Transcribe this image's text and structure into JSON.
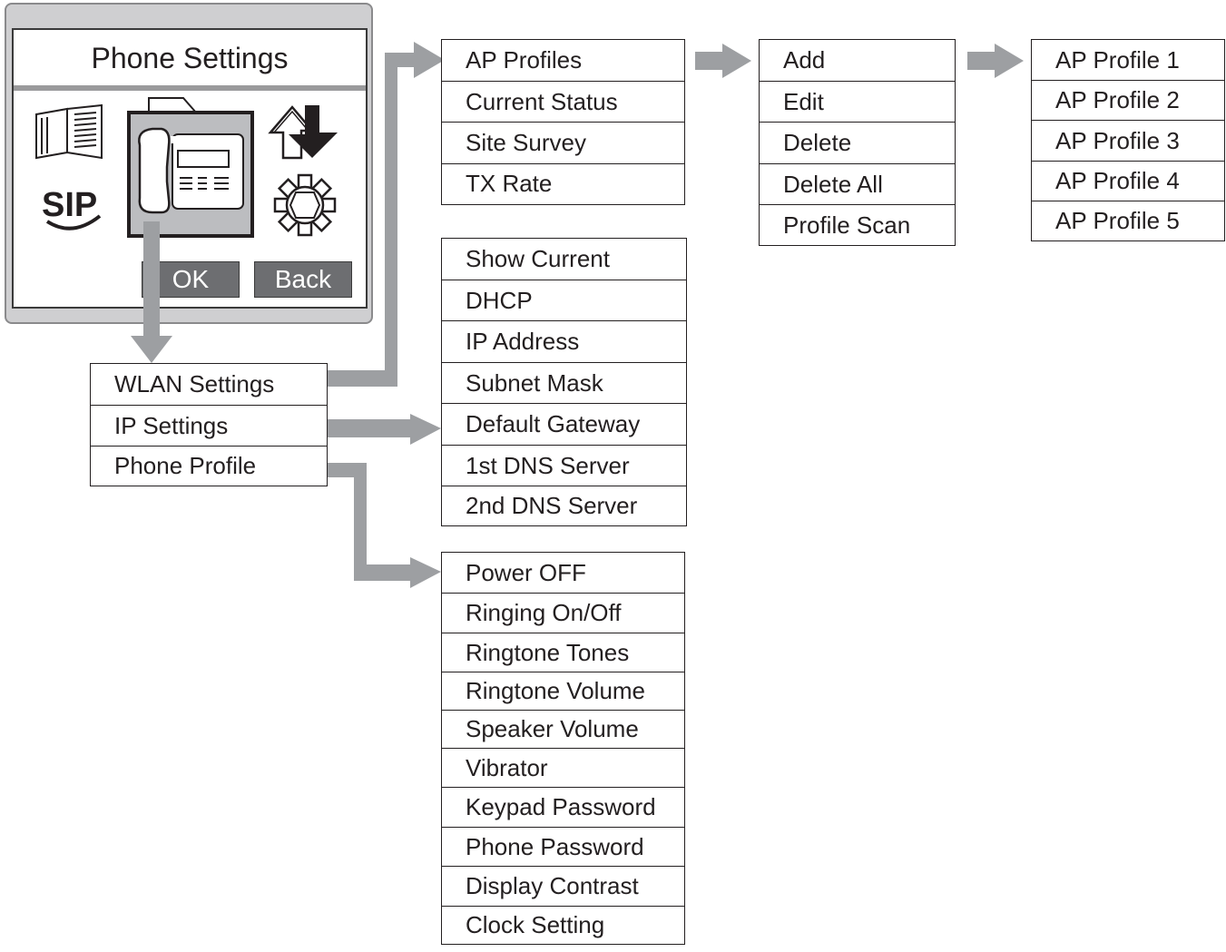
{
  "phone_screen": {
    "title": "Phone Settings",
    "icons": [
      "book-icon",
      "upload-download-icon",
      "sip-icon",
      "gear-icon",
      "phone-icon"
    ],
    "sip_label": "SIP",
    "ok_label": "OK",
    "back_label": "Back"
  },
  "main_menu": [
    "WLAN Settings",
    "IP Settings",
    "Phone Profile"
  ],
  "wlan_menu": [
    "AP Profiles",
    "Current Status",
    "Site Survey",
    "TX Rate"
  ],
  "ap_profiles_menu": [
    "Add",
    "Edit",
    "Delete",
    "Delete All",
    "Profile Scan"
  ],
  "ap_profile_list": [
    "AP Profile 1",
    "AP Profile 2",
    "AP Profile 3",
    "AP Profile 4",
    "AP Profile 5"
  ],
  "ip_menu": [
    "Show Current",
    "DHCP",
    "IP Address",
    "Subnet Mask",
    "Default Gateway",
    "1st DNS Server",
    "2nd DNS Server"
  ],
  "phone_profile_menu": [
    "Power OFF",
    "Ringing On/Off",
    "Ringtone Tones",
    "Ringtone Volume",
    "Speaker Volume",
    "Vibrator",
    "Keypad Password",
    "Phone Password",
    "Display Contrast",
    "Clock Setting"
  ],
  "colors": {
    "arrow": "#9d9fa2",
    "softkey": "#6d6e71",
    "line": "#231f20"
  }
}
